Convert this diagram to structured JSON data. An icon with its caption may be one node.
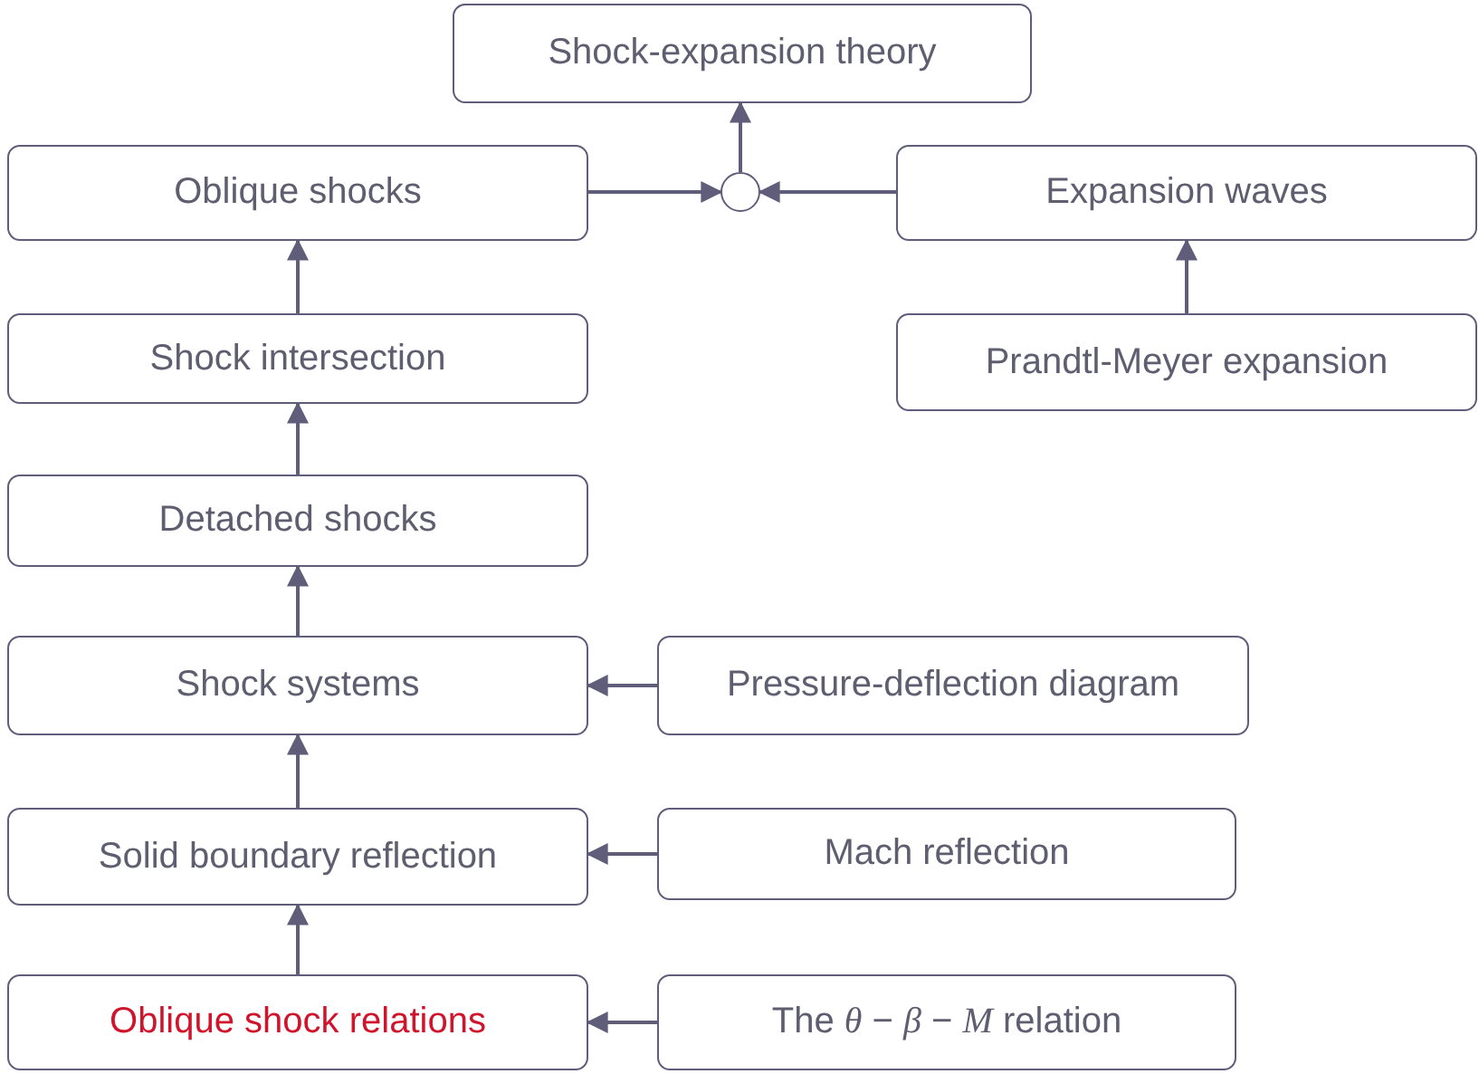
{
  "diagram": {
    "nodes": [
      {
        "text": [
          "Shock-expansion theory"
        ]
      },
      {
        "text": [
          "Oblique shocks"
        ]
      },
      {
        "text": [],
        "shape": "circle"
      },
      {
        "text": [
          "Expansion waves"
        ]
      },
      {
        "text": [
          "Shock intersection"
        ]
      },
      {
        "text": [
          "Prandtl-Meyer expansion"
        ]
      },
      {
        "text": [
          "Detached shocks"
        ]
      },
      {
        "text": [
          "Shock systems"
        ]
      },
      {
        "text": [
          "Pressure-deflection diagram"
        ]
      },
      {
        "text": [
          "Solid boundary reflection"
        ]
      },
      {
        "text": [
          "Mach reflection"
        ]
      },
      {
        "text": [
          "Oblique shock relations"
        ]
      },
      {
        "text": [
          "The *θ* − *β* − *M* relation"
        ]
      }
    ],
    "edges": [
      {
        "from": 1,
        "to": 2,
        "arrow": "to"
      },
      {
        "from": 3,
        "to": 2,
        "arrow": "to"
      },
      {
        "from": 2,
        "to": 0,
        "arrow": "to"
      },
      {
        "from": 4,
        "to": 1,
        "arrow": "to"
      },
      {
        "from": 5,
        "to": 3,
        "arrow": "to"
      },
      {
        "from": 6,
        "to": 4,
        "arrow": "to"
      },
      {
        "from": 7,
        "to": 6,
        "arrow": "to"
      },
      {
        "from": 8,
        "to": 7,
        "arrow": "to"
      },
      {
        "from": 9,
        "to": 7,
        "arrow": "to"
      },
      {
        "from": 10,
        "to": 9,
        "arrow": "to"
      },
      {
        "from": 11,
        "to": 9,
        "arrow": "to"
      },
      {
        "from": 12,
        "to": 11,
        "arrow": "to"
      }
    ]
  }
}
